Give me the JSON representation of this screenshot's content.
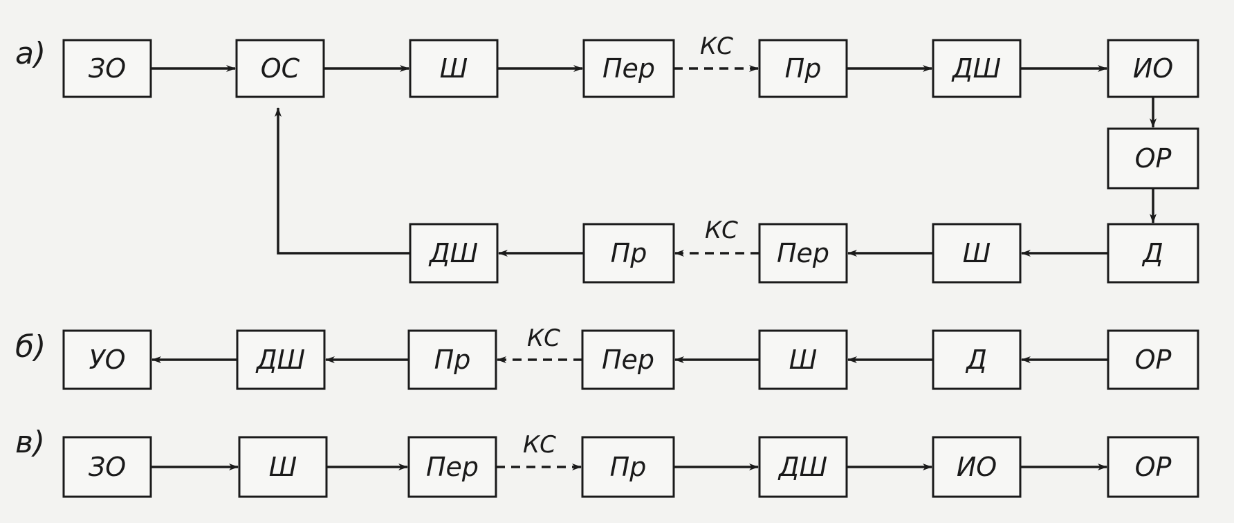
{
  "row_labels": {
    "a": "а)",
    "b": "б)",
    "v": "в)"
  },
  "channel_label": "КС",
  "row_a_top": [
    "ЗО",
    "ОС",
    "Ш",
    "Пер",
    "Пр",
    "ДШ",
    "ИО"
  ],
  "row_a_side": "ОР",
  "row_a_bottom": [
    "ДШ",
    "Пр",
    "Пер",
    "Ш",
    "Д"
  ],
  "row_b": [
    "УО",
    "ДШ",
    "Пр",
    "Пер",
    "Ш",
    "Д",
    "ОР"
  ],
  "row_v": [
    "ЗО",
    "Ш",
    "Пер",
    "Пр",
    "ДШ",
    "ИО",
    "ОР"
  ]
}
